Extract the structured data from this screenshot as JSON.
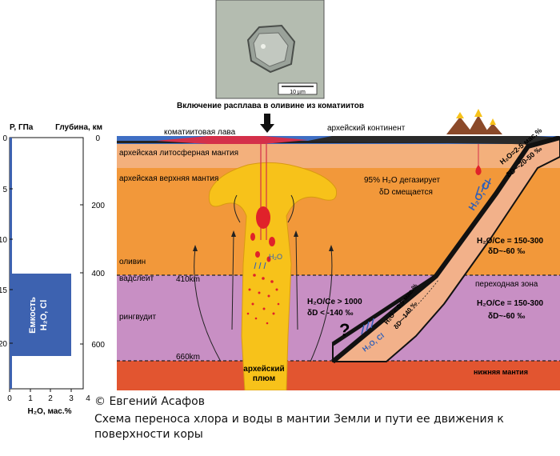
{
  "photo": {
    "scale_label": "10 µm",
    "caption": "Включение расплава в оливине из коматиитов"
  },
  "left_panel": {
    "pressure_header": "P, ГПа",
    "depth_header": "Глубина, км",
    "pressure_ticks": [
      "0",
      "5",
      "10",
      "15",
      "20"
    ],
    "depth_ticks": [
      "0",
      "200",
      "400",
      "600"
    ],
    "x_ticks": [
      "0",
      "1",
      "2",
      "3",
      "4"
    ],
    "x_label": "H₂O, мас.%",
    "box_label_1": "Емкость",
    "box_label_2": "H₂O, Cl"
  },
  "section": {
    "komatiite_lava": "коматиитовая лава",
    "archean_continent": "архейский континент",
    "lithospheric_mantle": "архейская литосферная мантия",
    "upper_mantle": "архейская верхняя мантия",
    "olivine": "оливин",
    "wadsleyite": "вадслеит",
    "ringwoodite": "рингвудит",
    "boundary_410": "410km",
    "boundary_660": "660km",
    "plume_line1": "архейский",
    "plume_line2": "плюм",
    "plume_h2o": "H₂O",
    "degas_line1": "95% H₂O дегазирует",
    "degas_line2": "δD смещается",
    "slab_h2o_content": "H₂O=2-5 мас.%",
    "slab_dd": "δD~-20-50 ‰",
    "slab_h2o_cl": "H₂O, Cl",
    "ratio_upper_1": "H₂O/Ce = 150-300",
    "ratio_upper_2": "δD~-60 ‰",
    "transition_zone": "переходная зона",
    "ratio_tz_1": "H₂O/Ce = 150-300",
    "ratio_tz_2": "δD~-60 ‰",
    "plume_ratio_1": "H₂O/Ce > 1000",
    "plume_ratio_2": "δD < -140 ‰",
    "question": "?",
    "slab_low_h2o": "H₂O < 0,5 мас.%",
    "slab_low_dd": "δD~-140 ‰",
    "slab_bottom_h2o_cl": "H₂O, Cl",
    "lower_mantle": "нижняя мантия"
  },
  "captions": {
    "copyright": "© Евгений Асафов",
    "description": "Схема переноса хлора и воды в мантии Земли и пути ее движения к поверхности коры"
  },
  "colors": {
    "lithosphere": "#f3b07c",
    "upper_mantle": "#f2983a",
    "transition_zone": "#c88fc4",
    "lower_mantle": "#e25530",
    "plume": "#f7c21a",
    "slab": "#f2b18a",
    "capacity_fill": "#3d62b0",
    "lava": "#d4304a",
    "continent": "#2a2a2a",
    "ocean": "#4a78c8"
  }
}
